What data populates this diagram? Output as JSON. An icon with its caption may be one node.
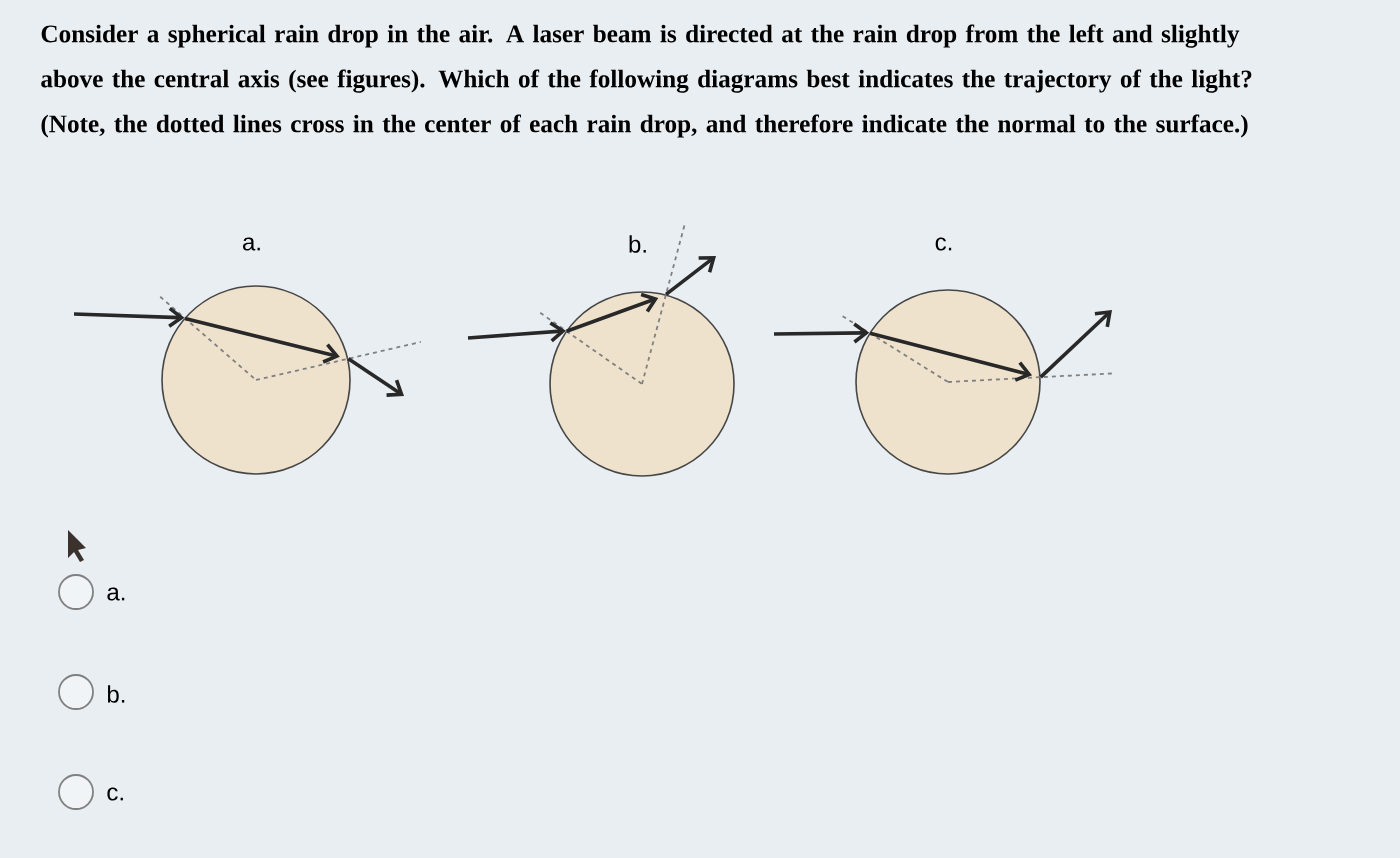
{
  "diagram": {
    "nodes": [
      {
        "text": [],
        "shape": "circle",
        "beside": [
          "a."
        ]
      },
      {
        "text": [],
        "shape": "circle",
        "beside": [
          "b."
        ]
      },
      {
        "text": [],
        "shape": "circle",
        "beside": [
          "c."
        ]
      }
    ],
    "edges": [
      {
        "from": null,
        "to": 0,
        "arrow": "to"
      },
      {
        "from": 0,
        "to": null,
        "arrow": "to"
      },
      {
        "from": null,
        "to": 1,
        "arrow": "to"
      },
      {
        "from": 1,
        "to": null,
        "arrow": "to"
      },
      {
        "from": null,
        "to": 2,
        "arrow": "to"
      },
      {
        "from": 2,
        "to": null,
        "arrow": "to"
      }
    ],
    "labels": [
      "Consider a spherical rain drop in the air.  A laser beam is directed at the rain drop from the left and slightly above the central axis (see figures).  Which of the following diagrams best indicates the trajectory of the light?  (Note, the dotted lines cross in the center of each rain drop, and therefore indicate the normal to the surface.)",
      "a.",
      "b.",
      "c."
    ]
  }
}
